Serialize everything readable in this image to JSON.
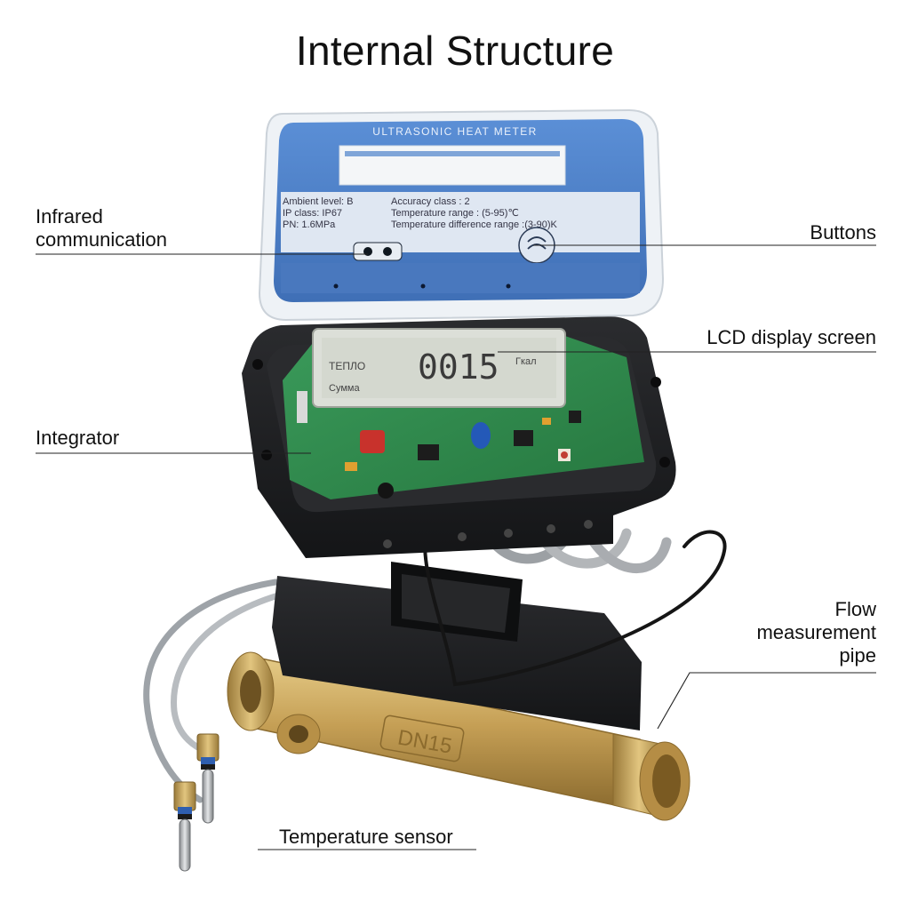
{
  "title": "Internal Structure",
  "cover": {
    "brand": "ULTRASONIC HEAT METER",
    "spec_left": [
      "Ambient level: B",
      "IP class: IP67",
      "PN: 1.6MPa"
    ],
    "spec_right": [
      "Accuracy class : 2",
      "Temperature range : (5-95)℃",
      "Temperature difference range :(3-90)K"
    ]
  },
  "lcd": {
    "reading": "0015",
    "unit": "Гкал",
    "tag_top": "ТЕПЛО",
    "tag_bottom": "Сумма"
  },
  "pipe": {
    "marking": "DN15"
  },
  "labels": {
    "infrared": [
      "Infrared",
      "communication"
    ],
    "buttons": "Buttons",
    "lcd": "LCD display screen",
    "integrator": "Integrator",
    "flow": [
      "Flow",
      "measurement",
      "pipe"
    ],
    "temperature": "Temperature sensor"
  },
  "colors": {
    "cover_blue": "#4a7fc8",
    "housing": "#1e1f21",
    "pcb": "#2f8a4e",
    "brass": "#c5a258",
    "lcd_bg": "#d4d8cf"
  }
}
